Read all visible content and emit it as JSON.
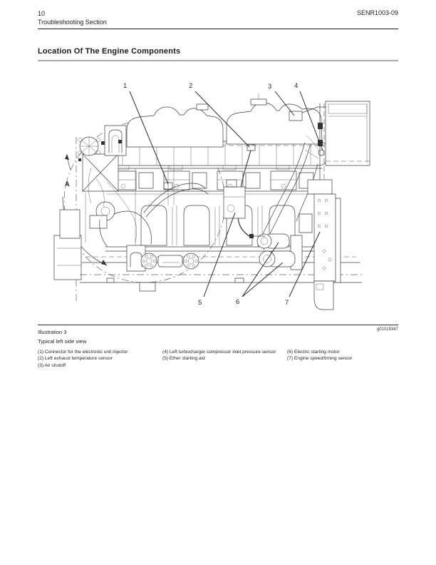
{
  "page": {
    "page_number": "10",
    "section": "Troubleshooting Section",
    "doc_code": "SENR1003-09",
    "title": "Location Of The Engine Components"
  },
  "figure": {
    "illustration_label": "Illustration 3",
    "figure_id": "g01019347",
    "caption": "Typical left side view",
    "view_label": "A",
    "callouts": [
      "1",
      "2",
      "3",
      "4",
      "5",
      "6",
      "7"
    ],
    "legend": [
      "(1) Connector for the electronic unit injector",
      "(2) Left exhaust temperature sensor",
      "(3) Air shutoff",
      "(4) Left turbocharger compressor inlet pressure sensor",
      "(5) Ether starting aid",
      "(6) Electric starting motor",
      "(7) Engine speed/timing sensor"
    ],
    "colors": {
      "line": "#3d3d3d",
      "rule_gray": "#aaaaaa",
      "text": "#1a1a1a"
    }
  }
}
